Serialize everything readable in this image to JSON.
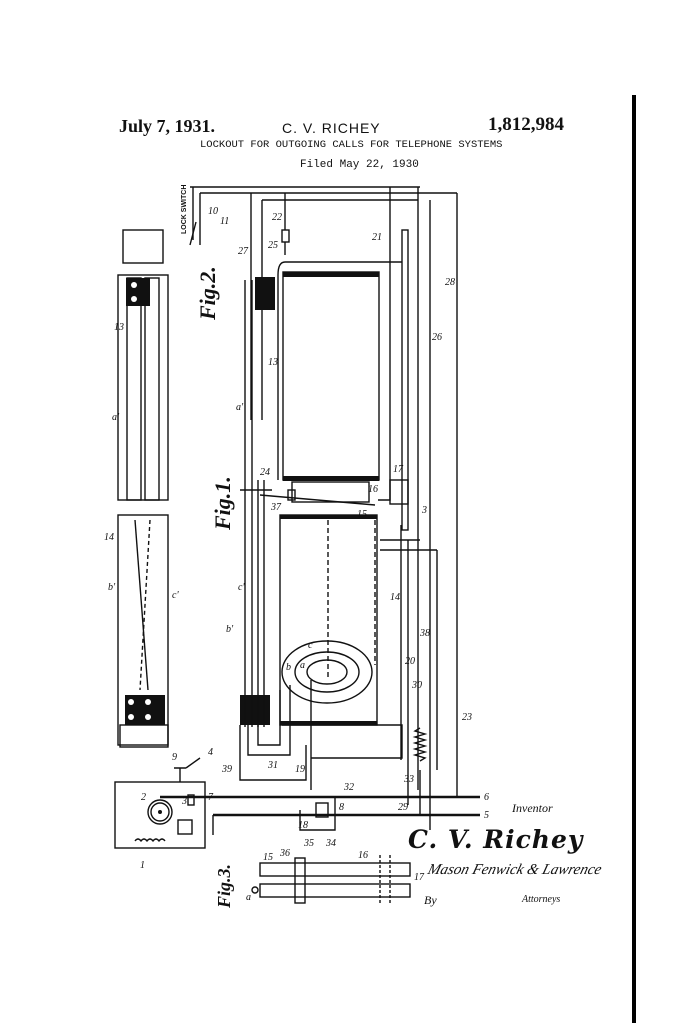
{
  "header": {
    "date": "July 7, 1931.",
    "inventor": "C. V. RICHEY",
    "patent_number": "1,812,984",
    "title": "LOCKOUT FOR OUTGOING CALLS FOR TELEPHONE SYSTEMS",
    "filed": "Filed May 22, 1930"
  },
  "figures": {
    "fig1": "Fig.1.",
    "fig2": "Fig.2.",
    "fig3": "Fig.3."
  },
  "labels": {
    "lock_switch": "LOCK SWITCH",
    "n1": "1",
    "n2": "2",
    "n3": "3",
    "n4": "4",
    "n5": "5",
    "n6": "6",
    "n7": "7",
    "n8": "8",
    "n9": "9",
    "n10": "10",
    "n11": "11",
    "n13": "13",
    "n14": "14",
    "n15": "15",
    "n16": "16",
    "n17": "17",
    "n18": "18",
    "n19": "19",
    "n20": "20",
    "n21": "21",
    "n22": "22",
    "n23": "23",
    "n24": "24",
    "n25": "25",
    "n26": "26",
    "n27": "27",
    "n28": "28",
    "n29": "29",
    "n30": "30",
    "n31": "31",
    "n32": "32",
    "n33": "33",
    "n34": "34",
    "n35": "35",
    "n36": "36",
    "n37": "37",
    "n38": "38",
    "n39": "39",
    "a": "a",
    "b": "b",
    "c": "c",
    "a_prime": "a'",
    "b_prime": "b'",
    "c_prime": "c'",
    "sec3": "3"
  },
  "signatures": {
    "inventor_label": "Inventor",
    "inventor_signature": "C. V. Richey",
    "by": "By",
    "attorney_signature": "Mason Fenwick & Lawrence",
    "attorneys_label": "Attorneys"
  }
}
